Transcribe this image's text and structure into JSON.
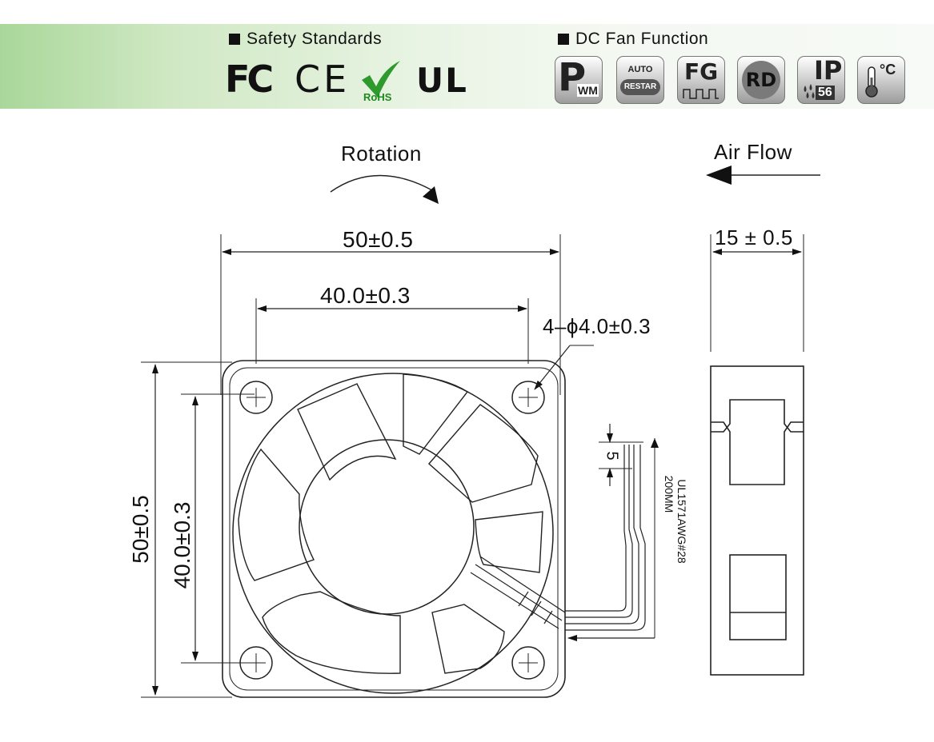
{
  "header": {
    "safety_title": "Safety Standards",
    "function_title": "DC Fan Function",
    "certifications": {
      "fc": "FC",
      "ce": "CE",
      "rohs": "RoHS",
      "ul": "UL"
    },
    "function_badges": {
      "pwm_p": "P",
      "pwm_wm": "WM",
      "auto_top": "AUTO",
      "auto_bottom": "RESTAR",
      "fg": "FG",
      "rd": "RD",
      "ip_top": "IP",
      "ip_num": "56",
      "temp": "°C"
    }
  },
  "diagram": {
    "rotation_label": "Rotation",
    "airflow_label": "Air Flow",
    "dim_outer_width": "50±0.5",
    "dim_hole_spacing_h": "40.0±0.3",
    "dim_holes": "4–ϕ4.0±0.3",
    "dim_depth": "15 ± 0.5",
    "dim_outer_height": "50±0.5",
    "dim_hole_spacing_v": "40.0±0.3",
    "dim_strip": "5",
    "wire_spec_1": "UL1571AWG#28",
    "wire_spec_2": "200MM"
  }
}
